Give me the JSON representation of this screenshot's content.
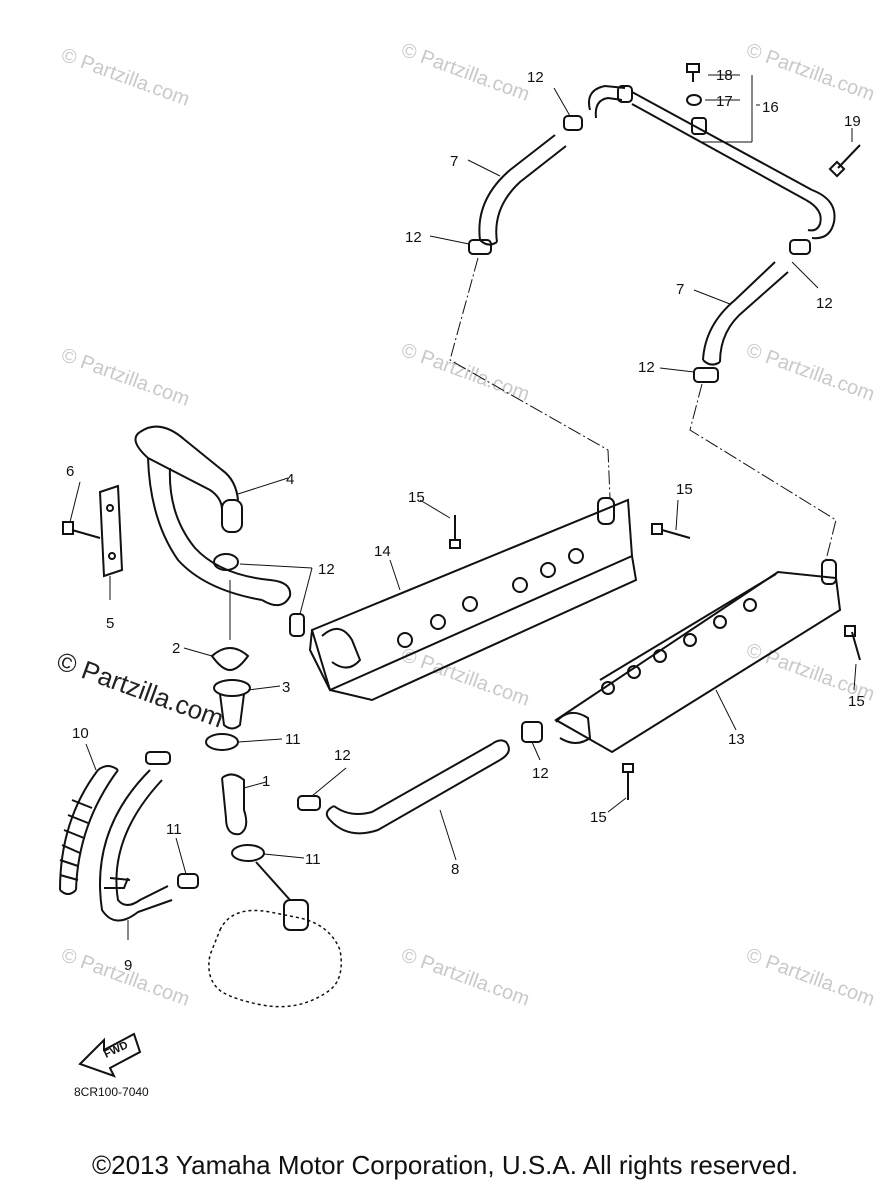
{
  "watermark": "© Partzilla.com",
  "diagram_code": "8CR100-7040",
  "fwd_label": "FWD",
  "copyright": "©2013  Yamaha Motor Corporation, U.S.A. All rights reserved.",
  "callouts": [
    {
      "id": "c1",
      "text": "1"
    },
    {
      "id": "c2",
      "text": "2"
    },
    {
      "id": "c3",
      "text": "3"
    },
    {
      "id": "c4",
      "text": "4"
    },
    {
      "id": "c5",
      "text": "5"
    },
    {
      "id": "c6",
      "text": "6"
    },
    {
      "id": "c7a",
      "text": "7"
    },
    {
      "id": "c7b",
      "text": "7"
    },
    {
      "id": "c8",
      "text": "8"
    },
    {
      "id": "c9",
      "text": "9"
    },
    {
      "id": "c10",
      "text": "10"
    },
    {
      "id": "c11a",
      "text": "11"
    },
    {
      "id": "c11b",
      "text": "11"
    },
    {
      "id": "c11c",
      "text": "11"
    },
    {
      "id": "c12a",
      "text": "12"
    },
    {
      "id": "c12b",
      "text": "12"
    },
    {
      "id": "c12c",
      "text": "12"
    },
    {
      "id": "c12d",
      "text": "12"
    },
    {
      "id": "c12e",
      "text": "12"
    },
    {
      "id": "c12f",
      "text": "12"
    },
    {
      "id": "c12g",
      "text": "12"
    },
    {
      "id": "c13",
      "text": "13"
    },
    {
      "id": "c14",
      "text": "14"
    },
    {
      "id": "c15a",
      "text": "15"
    },
    {
      "id": "c15b",
      "text": "15"
    },
    {
      "id": "c15c",
      "text": "15"
    },
    {
      "id": "c15d",
      "text": "15"
    },
    {
      "id": "c16",
      "text": "16"
    },
    {
      "id": "c17",
      "text": "17"
    },
    {
      "id": "c18",
      "text": "18"
    },
    {
      "id": "c19",
      "text": "19"
    }
  ]
}
